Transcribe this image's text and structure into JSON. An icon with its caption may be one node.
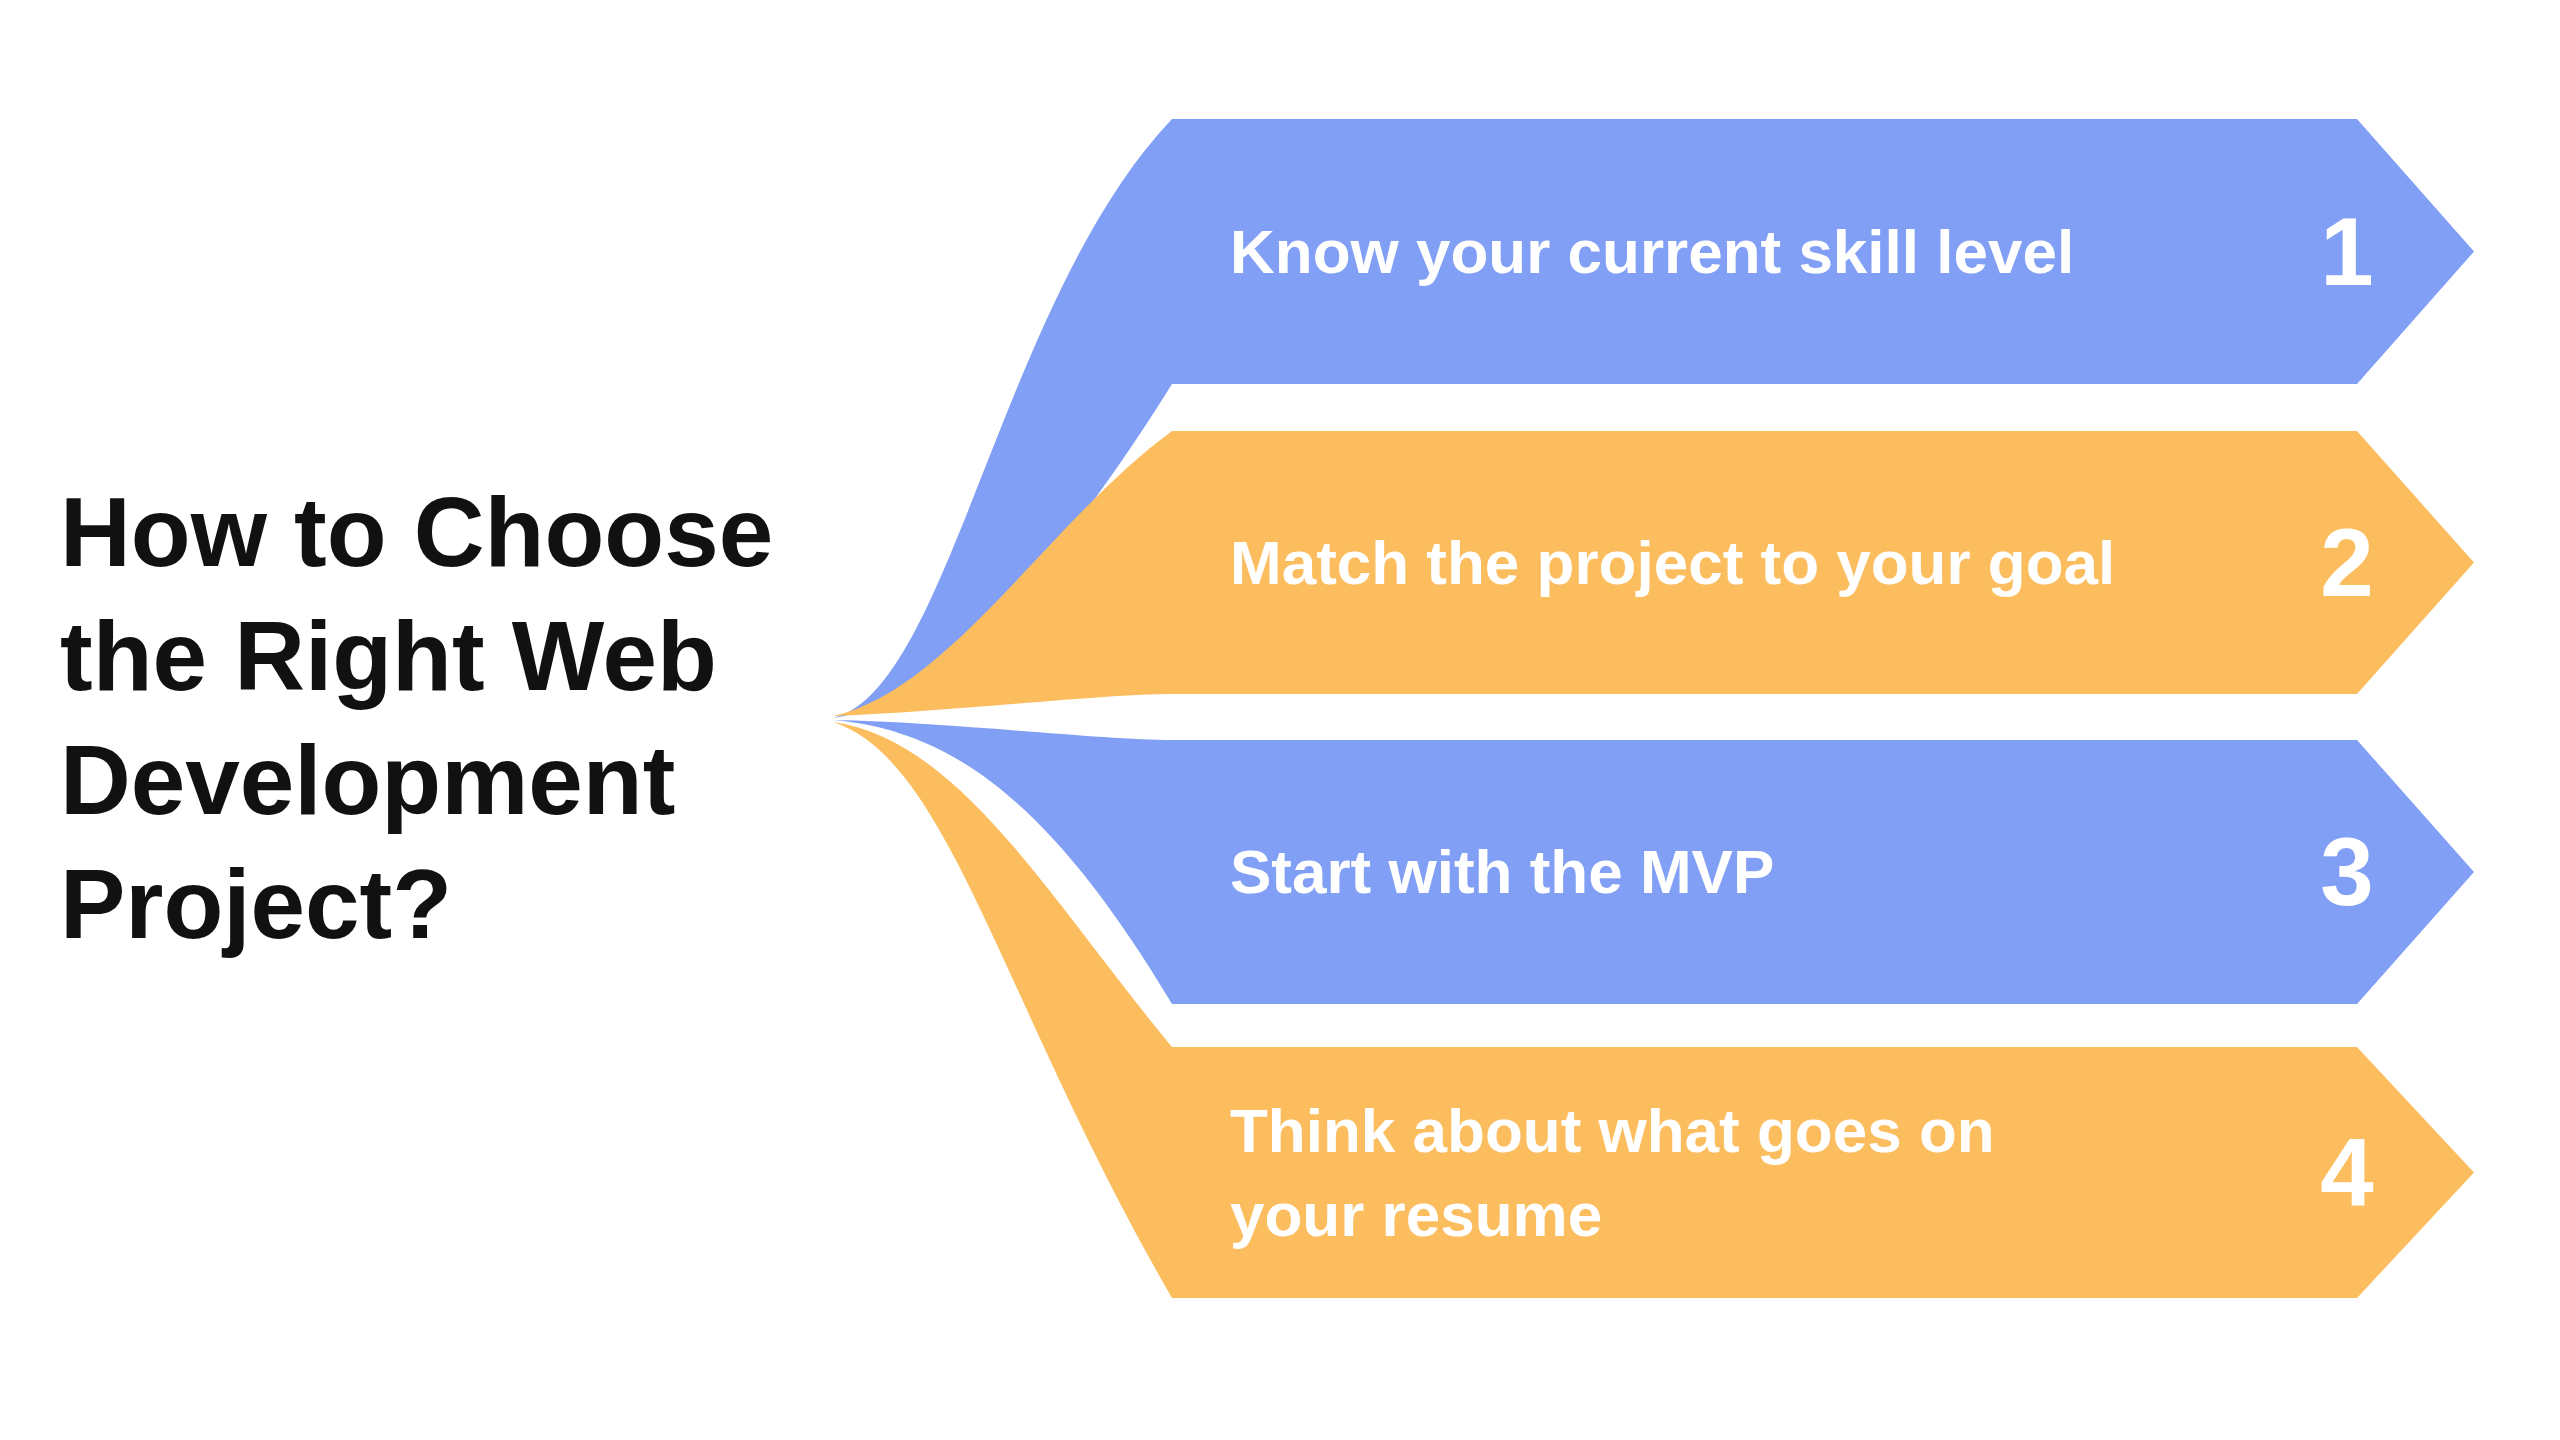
{
  "diagram": {
    "title": "How to Choose the Right Web Development Project?",
    "nodes": [
      {
        "text": [
          "Know your current skill level",
          "1"
        ]
      },
      {
        "text": [
          "Match the project to your goal",
          "2"
        ]
      },
      {
        "text": [
          "Start with the MVP",
          "3"
        ]
      },
      {
        "text": [
          "Think about what goes on your resume",
          "4"
        ]
      }
    ]
  }
}
